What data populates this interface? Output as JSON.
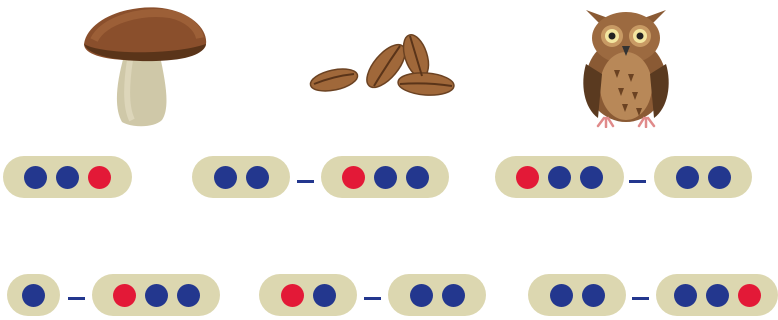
{
  "colors": {
    "pill": "#dcd7b0",
    "blue_dot": "#23378e",
    "red_dot": "#e31937",
    "dash": "#23378e"
  },
  "pictures": [
    {
      "name": "mushroom-icon"
    },
    {
      "name": "seeds-icon"
    },
    {
      "name": "owl-icon"
    }
  ],
  "syllable_pills": [
    [
      "blue",
      "blue",
      "red"
    ],
    [
      "blue",
      "blue"
    ],
    [
      "red",
      "blue",
      "blue"
    ],
    [
      "red",
      "blue",
      "blue"
    ],
    [
      "blue",
      "blue"
    ],
    [
      "blue"
    ],
    [
      "red",
      "blue",
      "blue"
    ],
    [
      "red",
      "blue"
    ],
    [
      "blue",
      "blue"
    ],
    [
      "blue",
      "blue"
    ],
    [
      "blue",
      "blue",
      "red"
    ]
  ]
}
